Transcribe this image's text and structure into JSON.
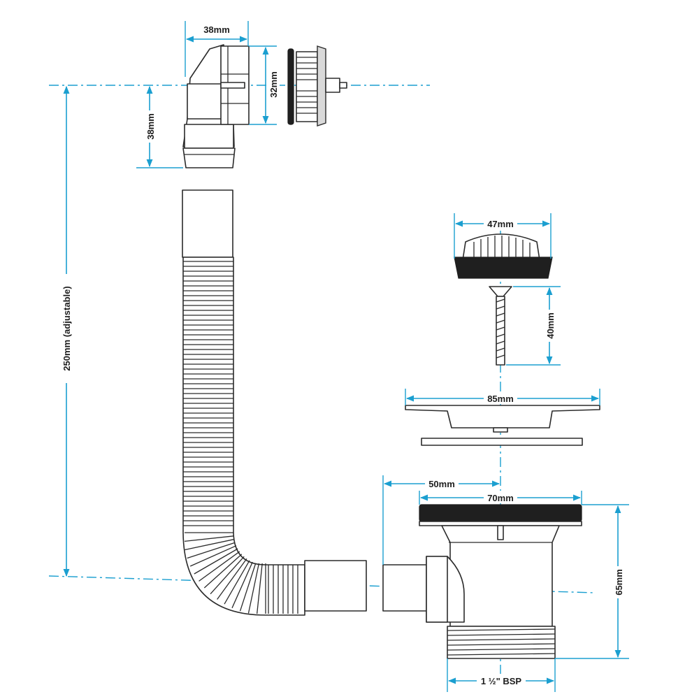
{
  "colors": {
    "dimension": "#1b9fd0",
    "outline": "#2b2b2b",
    "dark_part": "#1f1f1f",
    "background": "#ffffff"
  },
  "dimensions": {
    "overflow_elbow_width": "38mm",
    "overflow_elbow_height": "38mm",
    "overflow_outlet_diameter": "32mm",
    "hose_length": "250mm (adjustable)",
    "plug_diameter": "47mm",
    "screw_length": "40mm",
    "strainer_diameter": "85mm",
    "waste_offset": "50mm",
    "waste_flange": "70mm",
    "waste_height": "65mm",
    "thread": "1 ½\" BSP"
  }
}
